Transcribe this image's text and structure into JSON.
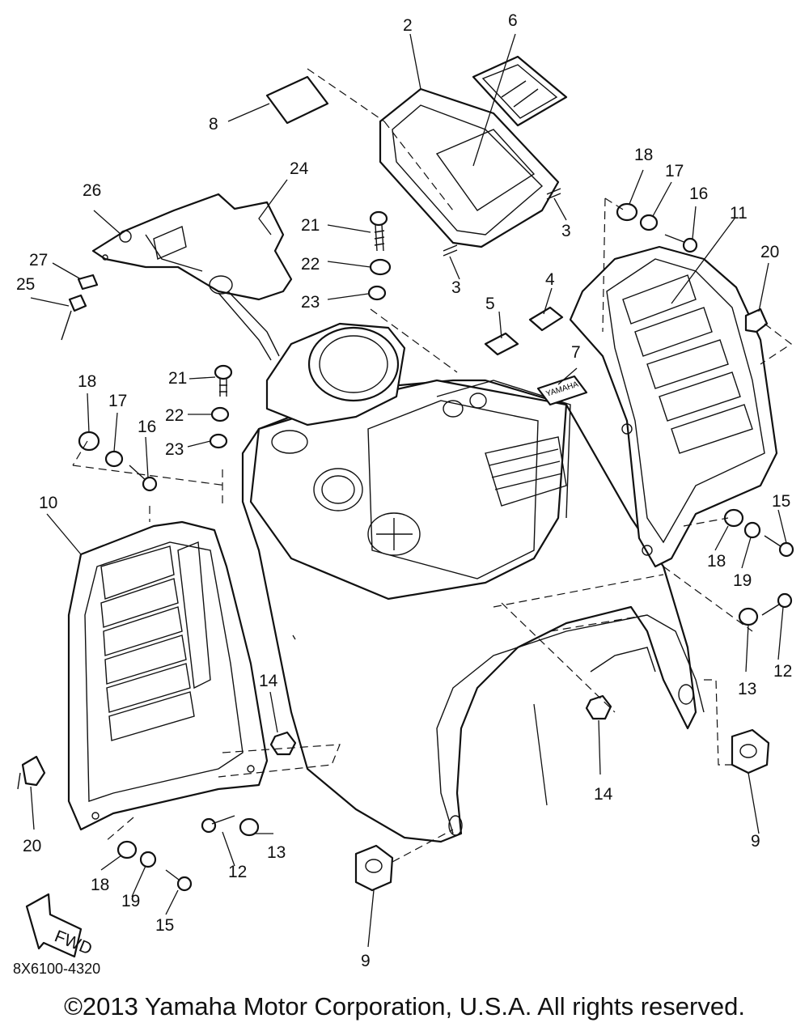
{
  "diagram": {
    "code": "8X6100-4320",
    "copyright": "©2013 Yamaha Motor Corporation, U.S.A. All rights reserved.",
    "fwd_label": "FWD",
    "logo_text": "YAMAHA",
    "callouts": [
      "2",
      "6",
      "8",
      "3",
      "3",
      "24",
      "26",
      "21",
      "22",
      "23",
      "27",
      "25",
      "5",
      "4",
      "7",
      "18",
      "17",
      "16",
      "11",
      "20",
      "21",
      "22",
      "23",
      "18",
      "17",
      "16",
      "10",
      "15",
      "18",
      "19",
      "13",
      "12",
      "14",
      "14",
      "9",
      "20",
      "18",
      "19",
      "15",
      "12",
      "13",
      "9"
    ]
  }
}
